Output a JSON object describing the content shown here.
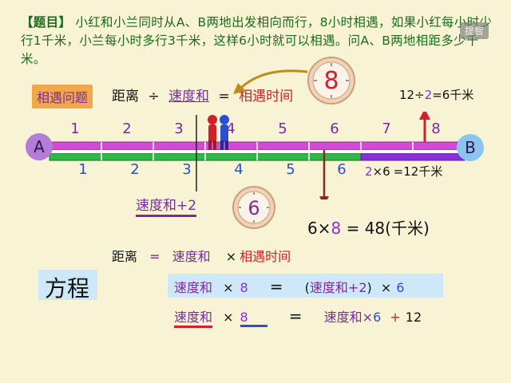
{
  "problem": {
    "header": "【题目】",
    "text": "小红和小兰同时从A、B两地出发相向而行，8小时相遇，如果小红每小时少行1千米，小兰每小时多行3千米，这样6小时就可以相遇。问A、B两地相距多少千米。"
  },
  "watermark": "提智",
  "meeting_label": "相遇问题",
  "formula1": {
    "distance": "距离",
    "divide": "÷",
    "speed_sum": "速度和",
    "equals": "=",
    "meet_time": "相遇时间"
  },
  "clock_top": "8",
  "clock_bottom": "6",
  "right_calc_top": {
    "a": "12÷",
    "b": "2",
    "c": "=6千米"
  },
  "right_calc_mid": {
    "a": "2",
    "b": "×6",
    "c": "=12千米"
  },
  "points": {
    "a": "A",
    "b": "B"
  },
  "top_segments": [
    "1",
    "2",
    "3",
    "4",
    "5",
    "6",
    "7",
    "8"
  ],
  "bottom_segments": [
    "1",
    "2",
    "3",
    "4",
    "5",
    "6"
  ],
  "speed_plus2": "速度和+2",
  "product": {
    "a": "6×",
    "b": "8",
    "c": " = 48(千米)"
  },
  "formula2": {
    "distance": "距离",
    "equals": "=",
    "speed_sum": "速度和",
    "times": "×",
    "meet_time": "相遇时间"
  },
  "equation_title": "方程",
  "equation1": {
    "left_speed": "速度和",
    "left_times": "×",
    "left_num": "8",
    "eq": "=",
    "right_open": "(",
    "right_speed": "速度和+2",
    "right_close": ")",
    "right_times": "×",
    "right_num": "6"
  },
  "equation2": {
    "left_speed": "速度和",
    "left_times": "×",
    "left_num": "8",
    "eq": "=",
    "right_speed": "速度和×",
    "right_num": "6",
    "plus": "+",
    "const": "12"
  },
  "colors": {
    "background": "#f7f3d4",
    "top_bar": "#d24bd8",
    "bottom_bar": "#2fb84a",
    "extra_segment": "#8a2fd6",
    "arrow": "#c08a1a",
    "red_arrow": "#d0202a"
  }
}
